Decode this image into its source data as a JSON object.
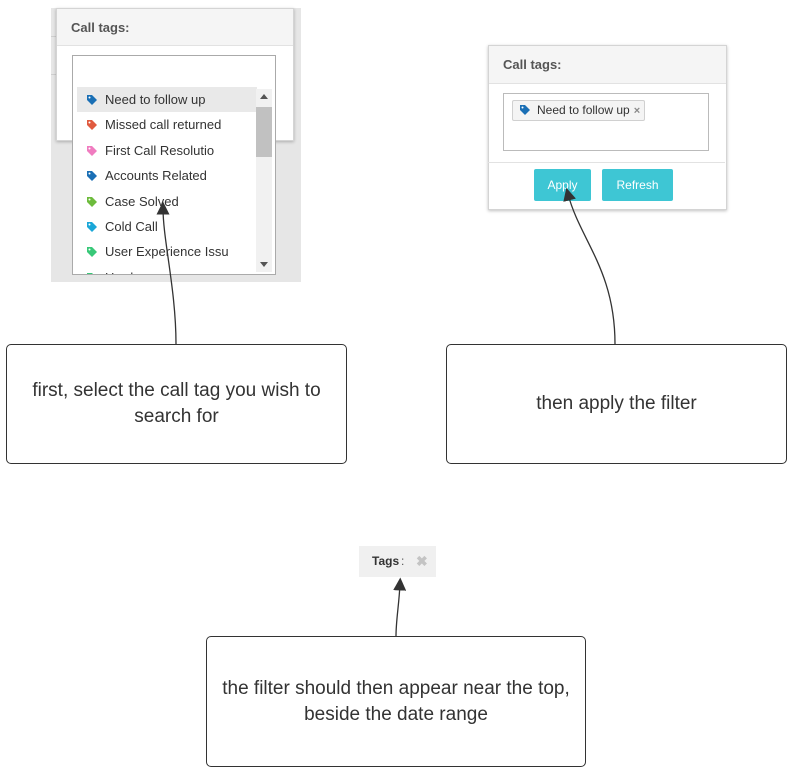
{
  "left_screenshot": {
    "header": "Call tags:",
    "options": [
      {
        "label": "Need to follow up",
        "color": "#1a6fb5",
        "selected": true
      },
      {
        "label": "Missed call returned",
        "color": "#e05a3f",
        "selected": false
      },
      {
        "label": "First Call Resolutio",
        "color": "#f07cc0",
        "selected": false
      },
      {
        "label": "Accounts Related",
        "color": "#1a6fb5",
        "selected": false
      },
      {
        "label": "Case Solved",
        "color": "#6dbb3c",
        "selected": false
      },
      {
        "label": "Cold Call",
        "color": "#1aa7d8",
        "selected": false
      },
      {
        "label": "User Experience Issu",
        "color": "#38c878",
        "selected": false
      },
      {
        "label": "Hard...",
        "color": "#38c878",
        "selected": false
      }
    ]
  },
  "right_screenshot": {
    "header": "Call tags:",
    "selected_tag": "Need to follow up",
    "selected_tag_color": "#1a6fb5",
    "remove_glyph": "×",
    "apply_label": "Apply",
    "refresh_label": "Refresh",
    "button_color": "#3ec6d4"
  },
  "tags_filter": {
    "label": "Tags",
    "colon": ":",
    "remove_glyph": "✖"
  },
  "callouts": {
    "select": "first, select the call tag you wish to search for",
    "apply": "then apply the filter",
    "appear": "the filter should then appear near the top, beside the date range"
  }
}
